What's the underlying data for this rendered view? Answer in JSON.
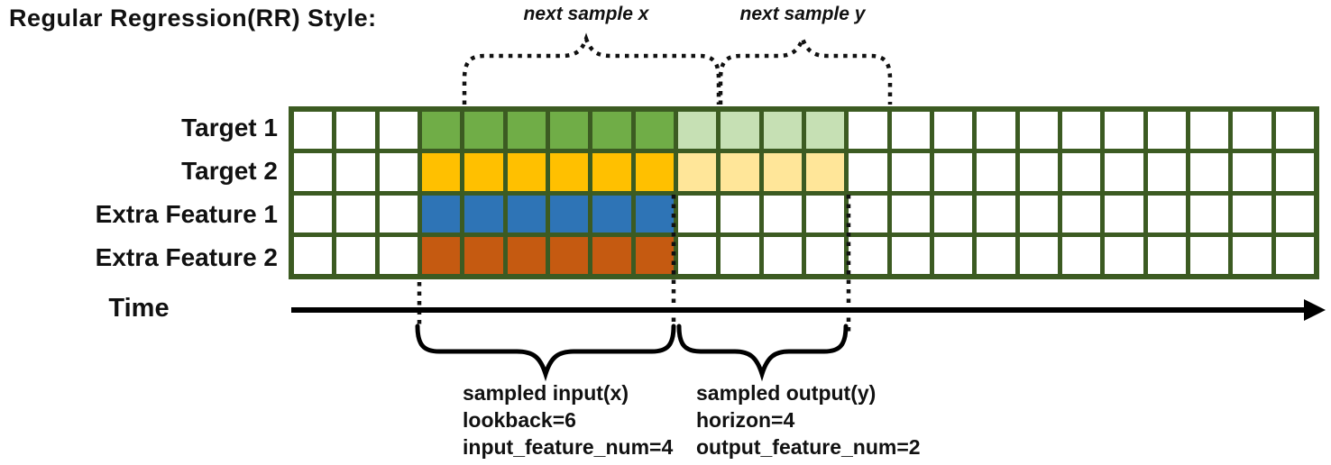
{
  "title": "Regular Regression(RR) Style:",
  "top_braces": {
    "next_sample_x_label": "next sample x",
    "next_sample_y_label": "next sample y"
  },
  "time_axis": {
    "label": "Time"
  },
  "grid": {
    "num_columns": 24,
    "num_rows": 4,
    "lead_in_columns": 3,
    "lookback": 6,
    "horizon": 4,
    "border_color": "#3C5B22",
    "cell_background": "#FFFFFF",
    "rows": [
      {
        "label": "Target 1",
        "solid_color": "#70AD47",
        "light_color": "#C6E0B4"
      },
      {
        "label": "Target 2",
        "solid_color": "#FFC000",
        "light_color": "#FFE699"
      },
      {
        "label": "Extra Feature 1",
        "solid_color": "#2E74B6",
        "light_color": null
      },
      {
        "label": "Extra Feature 2",
        "solid_color": "#C55A11",
        "light_color": null
      }
    ]
  },
  "input_annotation": {
    "line1": "sampled input(x)",
    "line2": "lookback=6",
    "line3": "input_feature_num=4"
  },
  "output_annotation": {
    "line1": "sampled output(y)",
    "line2": "horizon=4",
    "line3": "output_feature_num=2"
  }
}
